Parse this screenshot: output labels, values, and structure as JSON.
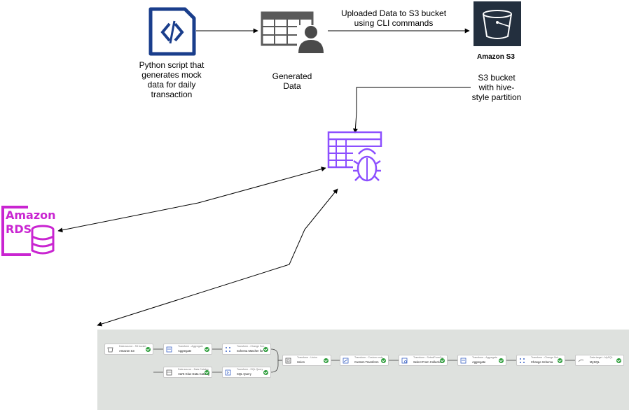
{
  "labels": {
    "python_script": "Python script that\ngenerates mock\ndata for daily\ntransaction",
    "generated_data": "Generated\nData",
    "upload": "Uploaded Data to S3 bucket\nusing CLI commands",
    "s3_service": "Amazon S3",
    "s3_partition": "S3 bucket\nwith hive-\nstyle partition",
    "rds_line1": "Amazon",
    "rds_line2": "RDS"
  },
  "icons": {
    "script": "code-file-icon",
    "data": "table-user-icon",
    "s3": "s3-bucket-icon",
    "glue": "glue-crawler-icon",
    "rds": "rds-database-icon"
  },
  "colors": {
    "script_blue": "#1a3e8c",
    "data_gray": "#5a5a5a",
    "s3_dark": "#232f3e",
    "crawler_purple": "#8c4fff",
    "rds_magenta": "#c925d1",
    "etl_panel": "#dee1de",
    "ok_green": "#2e9e3c"
  },
  "etl_nodes": [
    {
      "kind": "Data source - S3 bucket",
      "title": "Amazon S3",
      "icon": "s3-icon"
    },
    {
      "kind": "Transform - Aggregate",
      "title": "Aggregate",
      "icon": "aggregate-icon"
    },
    {
      "kind": "Transform - Change Sch...",
      "title": "Schema Matcher for ...",
      "icon": "schema-icon"
    },
    {
      "kind": "Data source - Data Catalog",
      "title": "AWS Glue Data Catalog",
      "icon": "catalog-icon"
    },
    {
      "kind": "Transform - SQL Query",
      "title": "SQL Query",
      "icon": "sql-icon"
    },
    {
      "kind": "Transform - Union",
      "title": "Union",
      "icon": "union-icon"
    },
    {
      "kind": "Transform - Custom code",
      "title": "Custom Transform",
      "icon": "custom-code-icon"
    },
    {
      "kind": "Transform - SelectFromCo...",
      "title": "Select From Collection",
      "icon": "select-icon"
    },
    {
      "kind": "Transform - Aggregate",
      "title": "Aggregate",
      "icon": "aggregate-icon"
    },
    {
      "kind": "Transform - Change Sch...",
      "title": "Change Schema",
      "icon": "schema-icon"
    },
    {
      "kind": "Data target - MySQL",
      "title": "MySQL",
      "icon": "mysql-icon"
    }
  ]
}
